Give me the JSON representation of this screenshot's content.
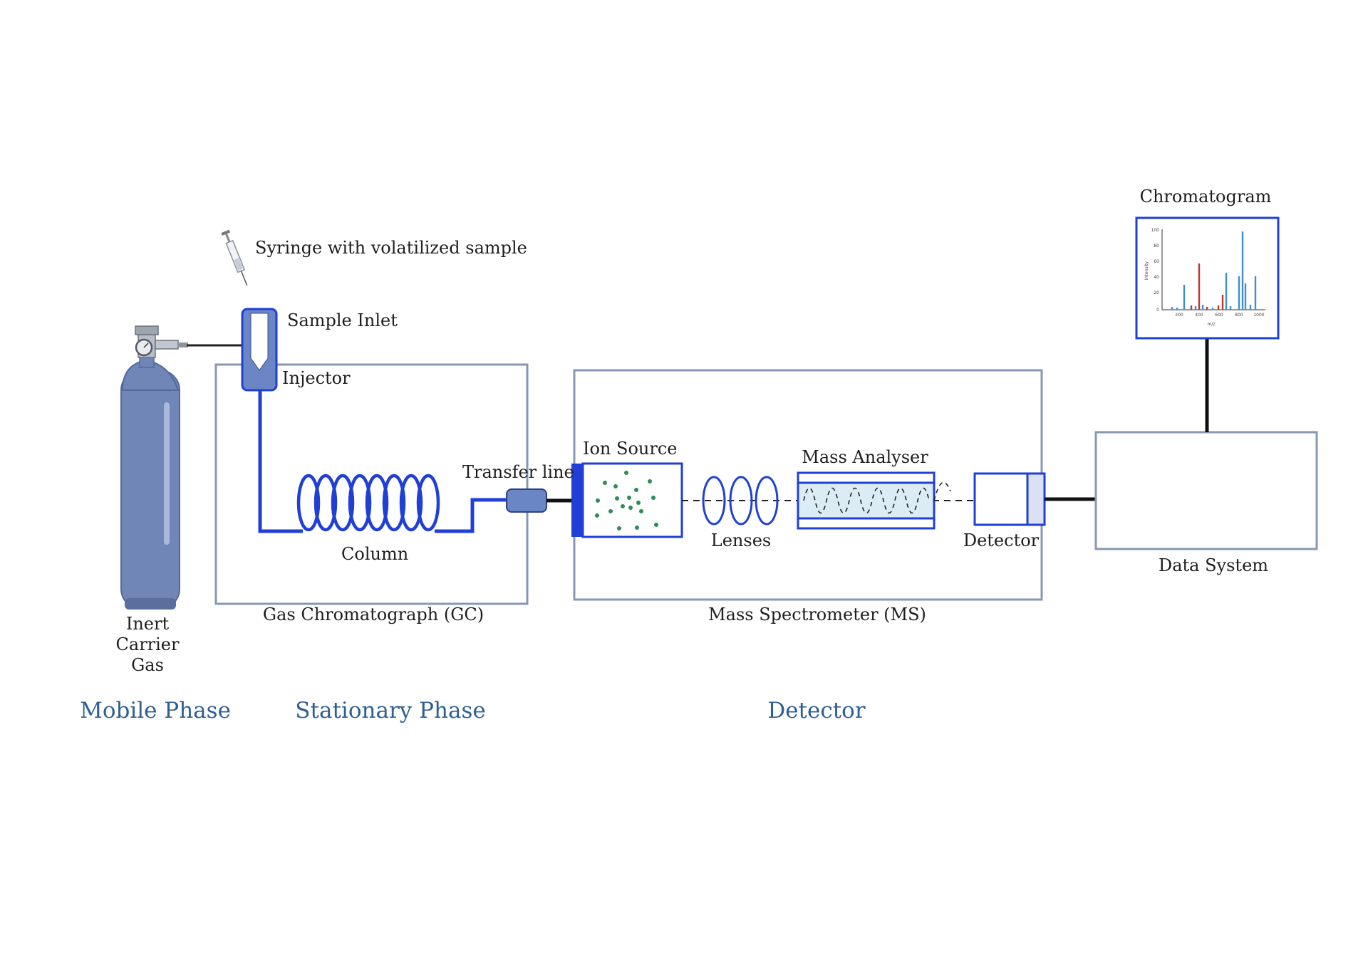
{
  "labels": {
    "syringe": "Syringe with volatilized sample",
    "sample_inlet": "Sample Inlet",
    "injector": "Injector",
    "column": "Column",
    "transfer_line": "Transfer line",
    "gc": "Gas Chromatograph (GC)",
    "ion_source": "Ion Source",
    "lenses": "Lenses",
    "mass_analyser": "Mass Analyser",
    "detector_component": "Detector",
    "ms": "Mass Spectrometer (MS)",
    "chromatogram": "Chromatogram",
    "data_system": "Data System",
    "gas": [
      "Inert",
      "Carrier",
      "Gas"
    ]
  },
  "phases": {
    "mobile": "Mobile Phase",
    "stationary": "Stationary Phase",
    "detector": "Detector"
  },
  "chromatogram_inset": {
    "y_label": "Intensity",
    "x_label": "m/z",
    "y_ticks": [
      "100",
      "80",
      "60",
      "40",
      "20",
      "0"
    ],
    "x_ticks": [
      "200",
      "400",
      "600",
      "800",
      "1000"
    ]
  },
  "colors": {
    "frame": "#8797b5",
    "tube_blue": "#1f3fd6",
    "component_blue": "#6b86c4",
    "cylinder": "#6f86b6",
    "phase_text": "#2f5f92",
    "ion_dots": "#2e8b57",
    "spectrum_blue": "#3f8fd0",
    "spectrum_red": "#c0392b"
  },
  "icons": {
    "syringe": "syringe-icon",
    "cylinder": "gas-cylinder-icon",
    "regulator": "pressure-regulator-icon"
  }
}
